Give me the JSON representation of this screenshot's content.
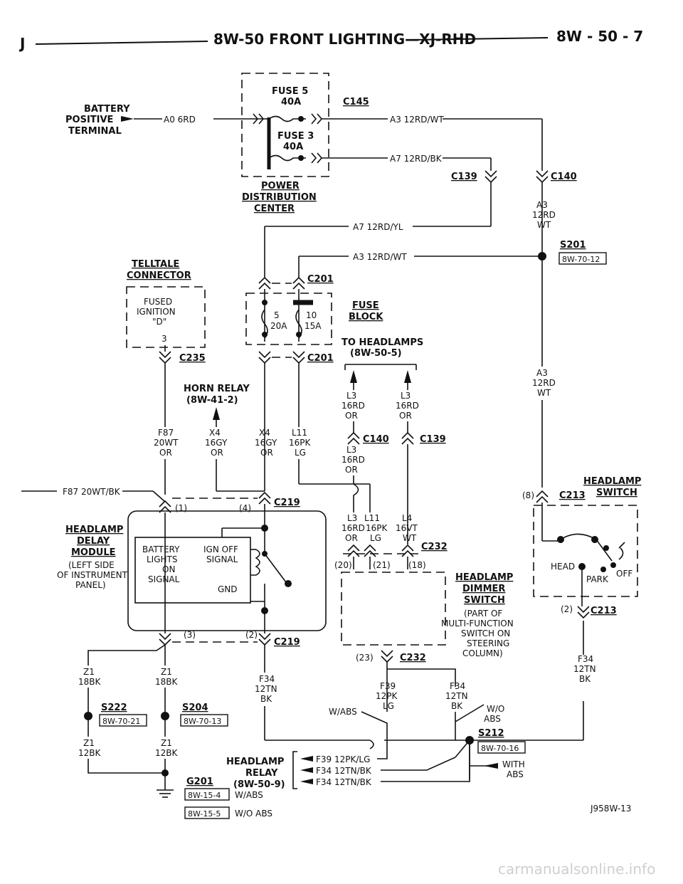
{
  "header": {
    "left": "J",
    "title": "8W-50 FRONT LIGHTING—XJ-RHD",
    "right": "8W - 50 - 7"
  },
  "battery": {
    "line1": "BATTERY",
    "line2": "POSITIVE",
    "line3": "TERMINAL",
    "wire": "A0 6RD"
  },
  "pdc": {
    "fuse5": "FUSE 5",
    "fuse5_amp": "40A",
    "fuse3": "FUSE 3",
    "fuse3_amp": "40A",
    "c145": "C145",
    "name1": "POWER",
    "name2": "DISTRIBUTION",
    "name3": "CENTER"
  },
  "wires": {
    "a3_12rd_wt": "A3 12RD/WT",
    "a7_12rd_bk": "A7 12RD/BK",
    "a7_12rd_yl": "A7 12RD/YL",
    "a3_12rd_wt_2": "A3 12RD/WT",
    "f87_20wt_bk": "F87 20WT/BK"
  },
  "connectors": {
    "c139": "C139",
    "c140": "C140",
    "s201": "S201",
    "ref_8w_70_12": "8W-70-12",
    "c201": "C201",
    "c201b": "C201",
    "c235": "C235",
    "c219": "C219",
    "c219b": "C219",
    "c140b": "C140",
    "c139b": "C139",
    "c232": "C232",
    "c232b": "C232",
    "c213": "C213",
    "c213b": "C213"
  },
  "telltale": {
    "title1": "TELLTALE",
    "title2": "CONNECTOR",
    "l1": "FUSED",
    "l2": "IGNITION",
    "l3": "\"D\"",
    "pin": "3"
  },
  "fuse_block": {
    "title1": "FUSE",
    "title2": "BLOCK",
    "f5": "5",
    "f5a": "20A",
    "f10": "10",
    "f10a": "15A"
  },
  "to_headlamps": {
    "l1": "TO HEADLAMPS",
    "l2": "(8W-50-5)"
  },
  "horn_relay": {
    "l1": "HORN RELAY",
    "l2": "(8W-41-2)"
  },
  "wire_labels": {
    "a3_r1": "A3",
    "a3_r2": "12RD",
    "a3_r3": "WT",
    "a3b_r1": "A3",
    "a3b_r2": "12RD",
    "a3b_r3": "WT",
    "f87_1": "F87",
    "f87_2": "20WT",
    "f87_3": "OR",
    "x4a_1": "X4",
    "x4a_2": "16GY",
    "x4a_3": "OR",
    "x4b_1": "X4",
    "x4b_2": "16GY",
    "x4b_3": "OR",
    "l11_1": "L11",
    "l11_2": "16PK",
    "l11_3": "LG",
    "l3a_1": "L3",
    "l3a_2": "16RD",
    "l3a_3": "OR",
    "l3b_1": "L3",
    "l3b_2": "16RD",
    "l3b_3": "OR",
    "l3c_1": "L3",
    "l3c_2": "16RD",
    "l3c_3": "OR",
    "l3d_1": "L3",
    "l3d_2": "16RD",
    "l3d_3": "OR",
    "l11b_1": "L11",
    "l11b_2": "16PK",
    "l11b_3": "LG",
    "l4_1": "L4",
    "l4_2": "16VT",
    "l4_3": "WT",
    "z1a_1": "Z1",
    "z1a_2": "18BK",
    "z1b_1": "Z1",
    "z1b_2": "18BK",
    "z1c_1": "Z1",
    "z1c_2": "12BK",
    "z1d_1": "Z1",
    "z1d_2": "12BK",
    "f34a_1": "F34",
    "f34a_2": "12TN",
    "f34a_3": "BK",
    "f34b_1": "F34",
    "f34b_2": "12TN",
    "f34b_3": "BK",
    "f34c_1": "F34",
    "f34c_2": "12TN",
    "f34c_3": "BK",
    "f39_1": "F39",
    "f39_2": "12PK",
    "f39_3": "LG"
  },
  "pins": {
    "p1": "(1)",
    "p4": "(4)",
    "p3": "(3)",
    "p2": "(2)",
    "p20": "(20)",
    "p21": "(21)",
    "p18": "(18)",
    "p23": "(23)",
    "p8": "(8)",
    "p2b": "(2)"
  },
  "delay_module": {
    "t1": "HEADLAMP",
    "t2": "DELAY",
    "t3": "MODULE",
    "n1": "(LEFT SIDE",
    "n2": "OF INSTRUMENT",
    "n3": "PANEL)",
    "b1": "BATTERY",
    "b2": "LIGHTS",
    "b3": "ON",
    "b4": "SIGNAL",
    "i1": "IGN OFF",
    "i2": "SIGNAL",
    "gnd": "GND"
  },
  "dimmer": {
    "t1": "HEADLAMP",
    "t2": "DIMMER",
    "t3": "SWITCH",
    "n1": "(PART OF",
    "n2": "MULTI-FUNCTION",
    "n3": "SWITCH ON",
    "n4": "STEERING",
    "n5": "COLUMN)"
  },
  "hl_switch": {
    "t1": "HEADLAMP",
    "t2": "SWITCH",
    "head": "HEAD",
    "park": "PARK",
    "off": "OFF"
  },
  "splices": {
    "s222": "S222",
    "ref_8w_70_21": "8W-70-21",
    "s204": "S204",
    "ref_8w_70_13": "8W-70-13",
    "s212": "S212",
    "ref_8w_70_16": "8W-70-16",
    "g201": "G201",
    "ref_8w_15_4": "8W-15-4",
    "wabs": "W/ABS",
    "ref_8w_15_5": "8W-15-5",
    "woabs": "W/O ABS"
  },
  "abs": {
    "wabs1": "W/ABS",
    "wo1": "W/O",
    "wo2": "ABS",
    "with1": "WITH",
    "with2": "ABS"
  },
  "hl_relay": {
    "t1": "HEADLAMP",
    "t2": "RELAY",
    "t3": "(8W-50-9)",
    "w1": "F39 12PK/LG",
    "w2": "F34 12TN/BK",
    "w3": "F34 12TN/BK"
  },
  "figure_id": "J958W-13",
  "watermark": "carmanualsonline.info"
}
